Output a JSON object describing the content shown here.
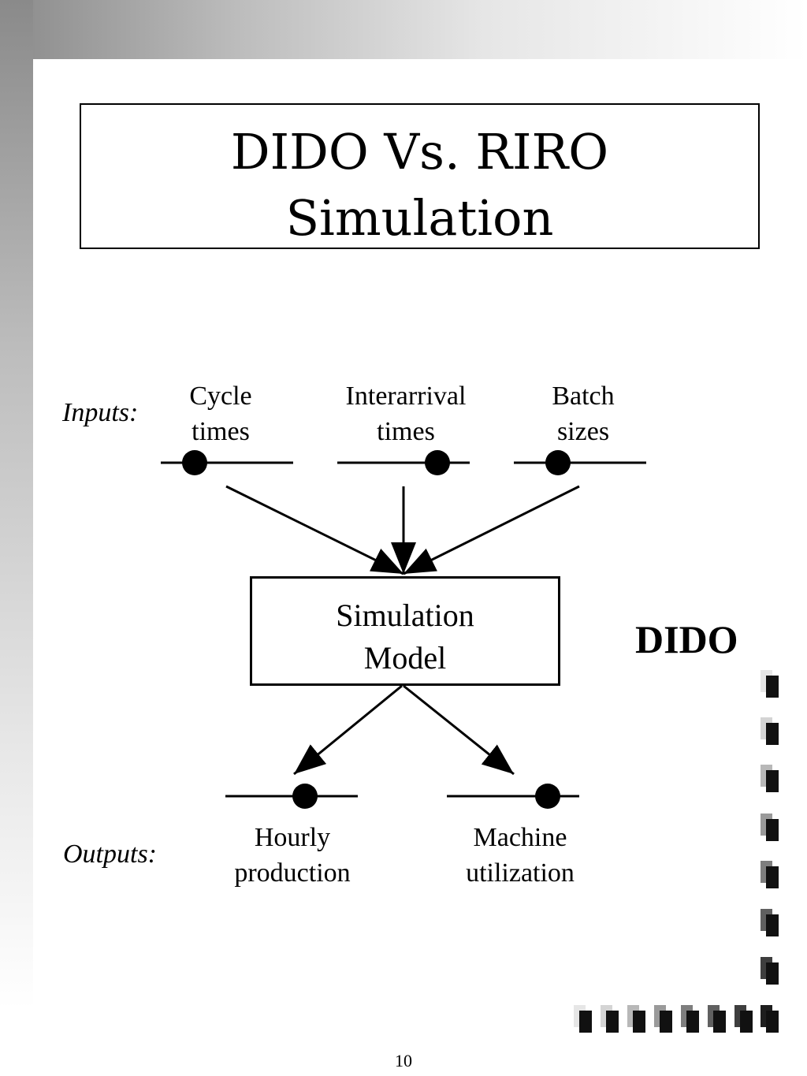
{
  "title": {
    "line1": "DIDO Vs. RIRO",
    "line2": "Simulation"
  },
  "inputs_label": "Inputs:",
  "outputs_label": "Outputs:",
  "inputs": [
    {
      "line1": "Cycle",
      "line2": "times"
    },
    {
      "line1": "Interarrival",
      "line2": "times"
    },
    {
      "line1": "Batch",
      "line2": "sizes"
    }
  ],
  "model": {
    "line1": "Simulation",
    "line2": "Model"
  },
  "outputs": [
    {
      "line1": "Hourly",
      "line2": "production"
    },
    {
      "line1": "Machine",
      "line2": "utilization"
    }
  ],
  "side_title": "DIDO",
  "page_number": "10",
  "colors": {
    "gradient_dark": "#8a8a8a",
    "line": "#000000"
  },
  "decoration_shades": [
    "#e6e6e6",
    "#d4d4d4",
    "#b8b8b8",
    "#9a9a9a",
    "#7e7e7e",
    "#606060",
    "#3e3e3e",
    "#1e1e1e"
  ]
}
